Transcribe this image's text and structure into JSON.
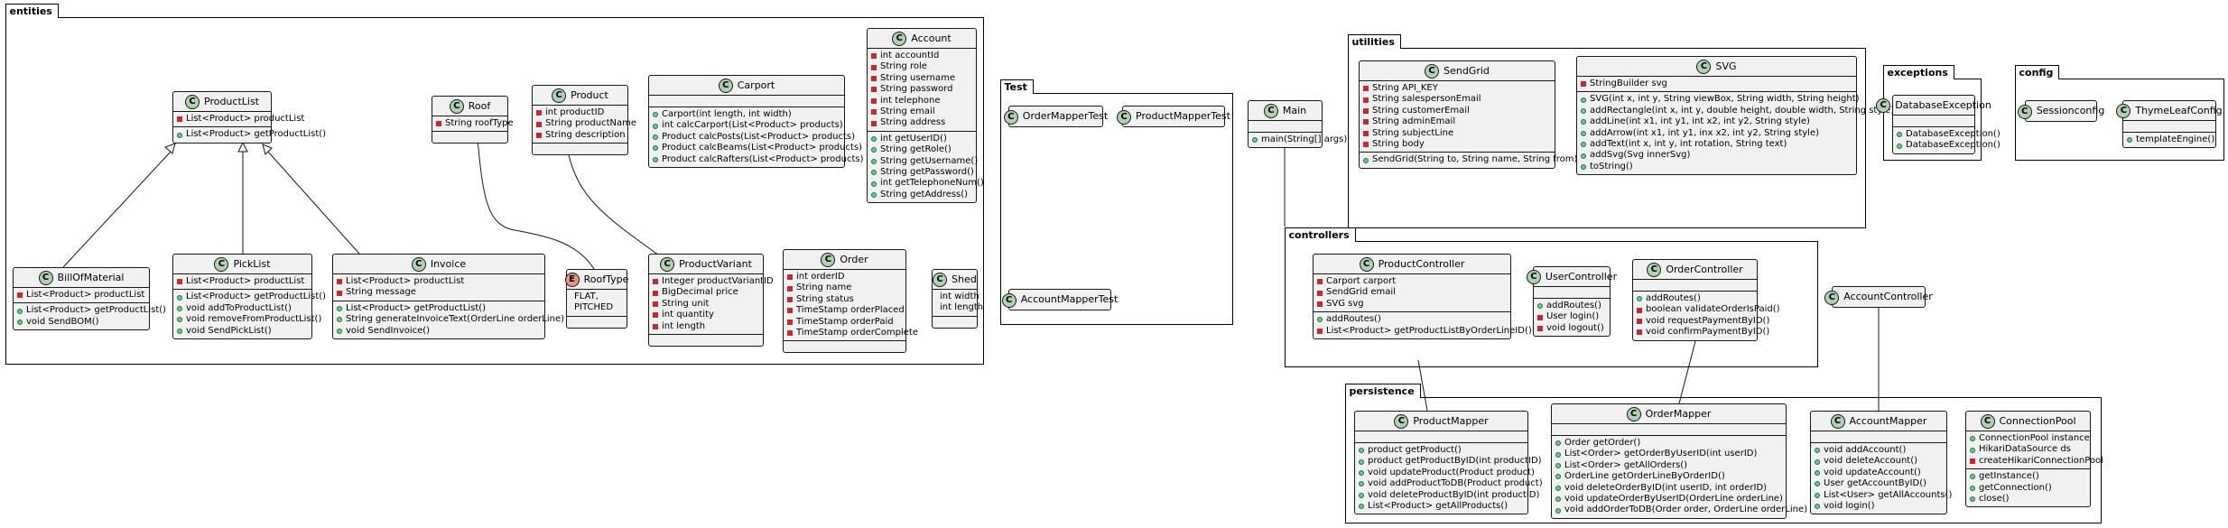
{
  "packages": {
    "entities": "entities",
    "test": "Test",
    "utilities": "utilities",
    "exceptions": "exceptions",
    "config": "config",
    "controllers": "controllers",
    "persistence": "persistence"
  },
  "classes": {
    "account": {
      "name": "Account",
      "kind": "C",
      "fields": [
        {
          "v": "private",
          "t": "int accountId"
        },
        {
          "v": "private",
          "t": "String role"
        },
        {
          "v": "private",
          "t": "String username"
        },
        {
          "v": "private",
          "t": "String password"
        },
        {
          "v": "private",
          "t": "int telephone"
        },
        {
          "v": "private",
          "t": "String email"
        },
        {
          "v": "private",
          "t": "String address"
        }
      ],
      "methods": [
        {
          "v": "public",
          "t": "int getUserID()"
        },
        {
          "v": "public",
          "t": "String getRole()"
        },
        {
          "v": "public",
          "t": "String getUsername()"
        },
        {
          "v": "public",
          "t": "String getPassword()"
        },
        {
          "v": "public",
          "t": "int getTelephoneNum()"
        },
        {
          "v": "public",
          "t": "String getAddress()"
        }
      ]
    },
    "carport": {
      "name": "Carport",
      "kind": "C",
      "fields": [],
      "methods": [
        {
          "v": "public",
          "t": "Carport(int length, int width)"
        },
        {
          "v": "public",
          "t": "int calcCarport(List<Product> products)"
        },
        {
          "v": "public",
          "t": "Product calcPosts(List<Product> products)"
        },
        {
          "v": "public",
          "t": "Product calcBeams(List<Product> products)"
        },
        {
          "v": "public",
          "t": "Product calcRafters(List<Product> products)"
        }
      ]
    },
    "product": {
      "name": "Product",
      "kind": "C",
      "fields": [
        {
          "v": "private",
          "t": "int productID"
        },
        {
          "v": "private",
          "t": "String productName"
        },
        {
          "v": "private",
          "t": "String description"
        }
      ],
      "methods": []
    },
    "roof": {
      "name": "Roof",
      "kind": "C",
      "fields": [
        {
          "v": "private",
          "t": "String roofType"
        }
      ],
      "methods": []
    },
    "productlist": {
      "name": "ProductList",
      "kind": "C",
      "fields": [
        {
          "v": "private",
          "t": "List<Product> productList"
        }
      ],
      "methods": [
        {
          "v": "public",
          "t": "List<Product> getProductList()"
        }
      ]
    },
    "billofmaterial": {
      "name": "BillOfMaterial",
      "kind": "C",
      "fields": [
        {
          "v": "private",
          "t": "List<Product> productList"
        }
      ],
      "methods": [
        {
          "v": "public",
          "t": "List<Product> getProductList()"
        },
        {
          "v": "public",
          "t": "void SendBOM()"
        }
      ]
    },
    "picklist": {
      "name": "PickList",
      "kind": "C",
      "fields": [
        {
          "v": "private",
          "t": "List<Product> productList"
        }
      ],
      "methods": [
        {
          "v": "public",
          "t": "List<Product> getProductList()"
        },
        {
          "v": "public",
          "t": "void addToProductList()"
        },
        {
          "v": "public",
          "t": "void removeFromProductList()"
        },
        {
          "v": "public",
          "t": "void SendPickList()"
        }
      ]
    },
    "invoice": {
      "name": "Invoice",
      "kind": "C",
      "fields": [
        {
          "v": "private",
          "t": "List<Product> productList"
        },
        {
          "v": "private",
          "t": "String message"
        }
      ],
      "methods": [
        {
          "v": "public",
          "t": "List<Product> getProductList()"
        },
        {
          "v": "public",
          "t": "String generateInvoiceText(OrderLine orderLine)"
        },
        {
          "v": "public",
          "t": "void SendInvoice()"
        }
      ]
    },
    "rooftype": {
      "name": "RoofType",
      "kind": "E",
      "fields": [
        {
          "v": "none",
          "t": "FLAT,"
        },
        {
          "v": "none",
          "t": "PITCHED"
        }
      ],
      "methods": []
    },
    "productvariant": {
      "name": "ProductVariant",
      "kind": "C",
      "fields": [
        {
          "v": "private",
          "t": "Integer productVariantID"
        },
        {
          "v": "private",
          "t": "BigDecimal price"
        },
        {
          "v": "private",
          "t": "String unit"
        },
        {
          "v": "private",
          "t": "int quantity"
        },
        {
          "v": "private",
          "t": "int length"
        }
      ],
      "methods": []
    },
    "order": {
      "name": "Order",
      "kind": "C",
      "fields": [
        {
          "v": "private",
          "t": "int orderID"
        },
        {
          "v": "private",
          "t": "String name"
        },
        {
          "v": "private",
          "t": "String status"
        },
        {
          "v": "private",
          "t": "TimeStamp orderPlaced"
        },
        {
          "v": "private",
          "t": "TimeStamp orderPaid"
        },
        {
          "v": "private",
          "t": "TimeStamp orderComplete"
        }
      ],
      "methods": []
    },
    "shed": {
      "name": "Shed",
      "kind": "C",
      "fields": [
        {
          "v": "none",
          "t": "int width"
        },
        {
          "v": "none",
          "t": "int length"
        }
      ],
      "methods": []
    },
    "ordermappertest": {
      "name": "OrderMapperTest",
      "kind": "C",
      "fields": null,
      "methods": null
    },
    "productmappertest": {
      "name": "ProductMapperTest",
      "kind": "C",
      "fields": null,
      "methods": null
    },
    "accountmappertest": {
      "name": "AccountMapperTest",
      "kind": "C",
      "fields": null,
      "methods": null
    },
    "main": {
      "name": "Main",
      "kind": "C",
      "fields": [],
      "methods": [
        {
          "v": "public",
          "t": "main(String[] args)"
        }
      ]
    },
    "sendgrid": {
      "name": "SendGrid",
      "kind": "C",
      "fields": [
        {
          "v": "private",
          "t": "String API_KEY"
        },
        {
          "v": "private",
          "t": "String salespersonEmail"
        },
        {
          "v": "private",
          "t": "String customerEmail"
        },
        {
          "v": "private",
          "t": "String adminEmail"
        },
        {
          "v": "private",
          "t": "String subjectLine"
        },
        {
          "v": "private",
          "t": "String body"
        }
      ],
      "methods": [
        {
          "v": "public",
          "t": "SendGrid(String to, String name, String from)"
        }
      ]
    },
    "svg": {
      "name": "SVG",
      "kind": "C",
      "fields": [
        {
          "v": "private",
          "t": "StringBuilder svg"
        }
      ],
      "methods": [
        {
          "v": "public",
          "t": "SVG(int x, int y, String viewBox, String width, String height)"
        },
        {
          "v": "public",
          "t": "addRectangle(int x, int y, double height, double width, String style)"
        },
        {
          "v": "public",
          "t": "addLine(int x1, int y1, int x2, int y2, String style)"
        },
        {
          "v": "public",
          "t": "addArrow(int x1, int y1, inx x2, int y2, String style)"
        },
        {
          "v": "public",
          "t": "addText(int x, int y, int rotation, String text)"
        },
        {
          "v": "public",
          "t": "addSvg(Svg innerSvg)"
        },
        {
          "v": "public",
          "t": "toString()"
        }
      ]
    },
    "databaseexception": {
      "name": "DatabaseException",
      "kind": "C",
      "fields": [],
      "methods": [
        {
          "v": "public",
          "t": "DatabaseException()"
        },
        {
          "v": "public",
          "t": "DatabaseException()"
        }
      ]
    },
    "sessionconfig": {
      "name": "Sessionconfig",
      "kind": "C",
      "fields": null,
      "methods": null
    },
    "thymeleafconfig": {
      "name": "ThymeLeafConfig",
      "kind": "C",
      "fields": [],
      "methods": [
        {
          "v": "public",
          "t": "templateEngine()"
        }
      ]
    },
    "productcontroller": {
      "name": "ProductController",
      "kind": "C",
      "fields": [
        {
          "v": "private",
          "t": "Carport carport"
        },
        {
          "v": "private",
          "t": "SendGrid email"
        },
        {
          "v": "private",
          "t": "SVG svg"
        }
      ],
      "methods": [
        {
          "v": "public",
          "t": "addRoutes()"
        },
        {
          "v": "private",
          "t": "List<Product> getProductListByOrderLineID()"
        }
      ]
    },
    "usercontroller": {
      "name": "UserController",
      "kind": "C",
      "fields": [],
      "methods": [
        {
          "v": "public",
          "t": "addRoutes()"
        },
        {
          "v": "private",
          "t": "User login()"
        },
        {
          "v": "private",
          "t": "void logout()"
        }
      ]
    },
    "ordercontroller": {
      "name": "OrderController",
      "kind": "C",
      "fields": [],
      "methods": [
        {
          "v": "public",
          "t": "addRoutes()"
        },
        {
          "v": "private",
          "t": "boolean validateOrderIsPaid()"
        },
        {
          "v": "private",
          "t": "void requestPaymentByID()"
        },
        {
          "v": "private",
          "t": "void confirmPaymentByID()"
        }
      ]
    },
    "accountcontroller": {
      "name": "AccountController",
      "kind": "C",
      "fields": null,
      "methods": null
    },
    "productmapper": {
      "name": "ProductMapper",
      "kind": "C",
      "fields": [],
      "methods": [
        {
          "v": "public",
          "t": "product getProduct()"
        },
        {
          "v": "public",
          "t": "product getProductByID(int productID)"
        },
        {
          "v": "public",
          "t": "void updateProduct(Product product)"
        },
        {
          "v": "public",
          "t": "void addProductToDB(Product product)"
        },
        {
          "v": "public",
          "t": "void deleteProductByID(int productID)"
        },
        {
          "v": "public",
          "t": "List<Product> getAllProducts()"
        }
      ]
    },
    "ordermapper": {
      "name": "OrderMapper",
      "kind": "C",
      "fields": [],
      "methods": [
        {
          "v": "public",
          "t": "Order getOrder()"
        },
        {
          "v": "public",
          "t": "List<Order> getOrderByUserID(int userID)"
        },
        {
          "v": "public",
          "t": "List<Order> getAllOrders()"
        },
        {
          "v": "public",
          "t": "OrderLine getOrderLineByOrderID()"
        },
        {
          "v": "public",
          "t": "void deleteOrderByID(int userID, int orderID)"
        },
        {
          "v": "public",
          "t": "void updateOrderByUserID(OrderLine orderLine)"
        },
        {
          "v": "public",
          "t": "void addOrderToDB(Order order, OrderLine orderLine)"
        }
      ]
    },
    "accountmapper": {
      "name": "AccountMapper",
      "kind": "C",
      "fields": [],
      "methods": [
        {
          "v": "public",
          "t": "void addAccount()"
        },
        {
          "v": "public",
          "t": "void deleteAccount()"
        },
        {
          "v": "public",
          "t": "void updateAccount()"
        },
        {
          "v": "public",
          "t": "User getAccountByID()"
        },
        {
          "v": "public",
          "t": "List<User> getAllAccounts()"
        },
        {
          "v": "public",
          "t": "void login()"
        }
      ]
    },
    "connectionpool": {
      "name": "ConnectionPool",
      "kind": "C",
      "fields": [
        {
          "v": "public",
          "t": "ConnectionPool instance"
        },
        {
          "v": "public",
          "t": "HikariDataSource ds"
        },
        {
          "v": "private",
          "t": "createHikariConnectionPool"
        }
      ],
      "methods": [
        {
          "v": "public",
          "t": "getInstance()"
        },
        {
          "v": "public",
          "t": "getConnection()"
        },
        {
          "v": "public",
          "t": "close()"
        }
      ]
    }
  }
}
